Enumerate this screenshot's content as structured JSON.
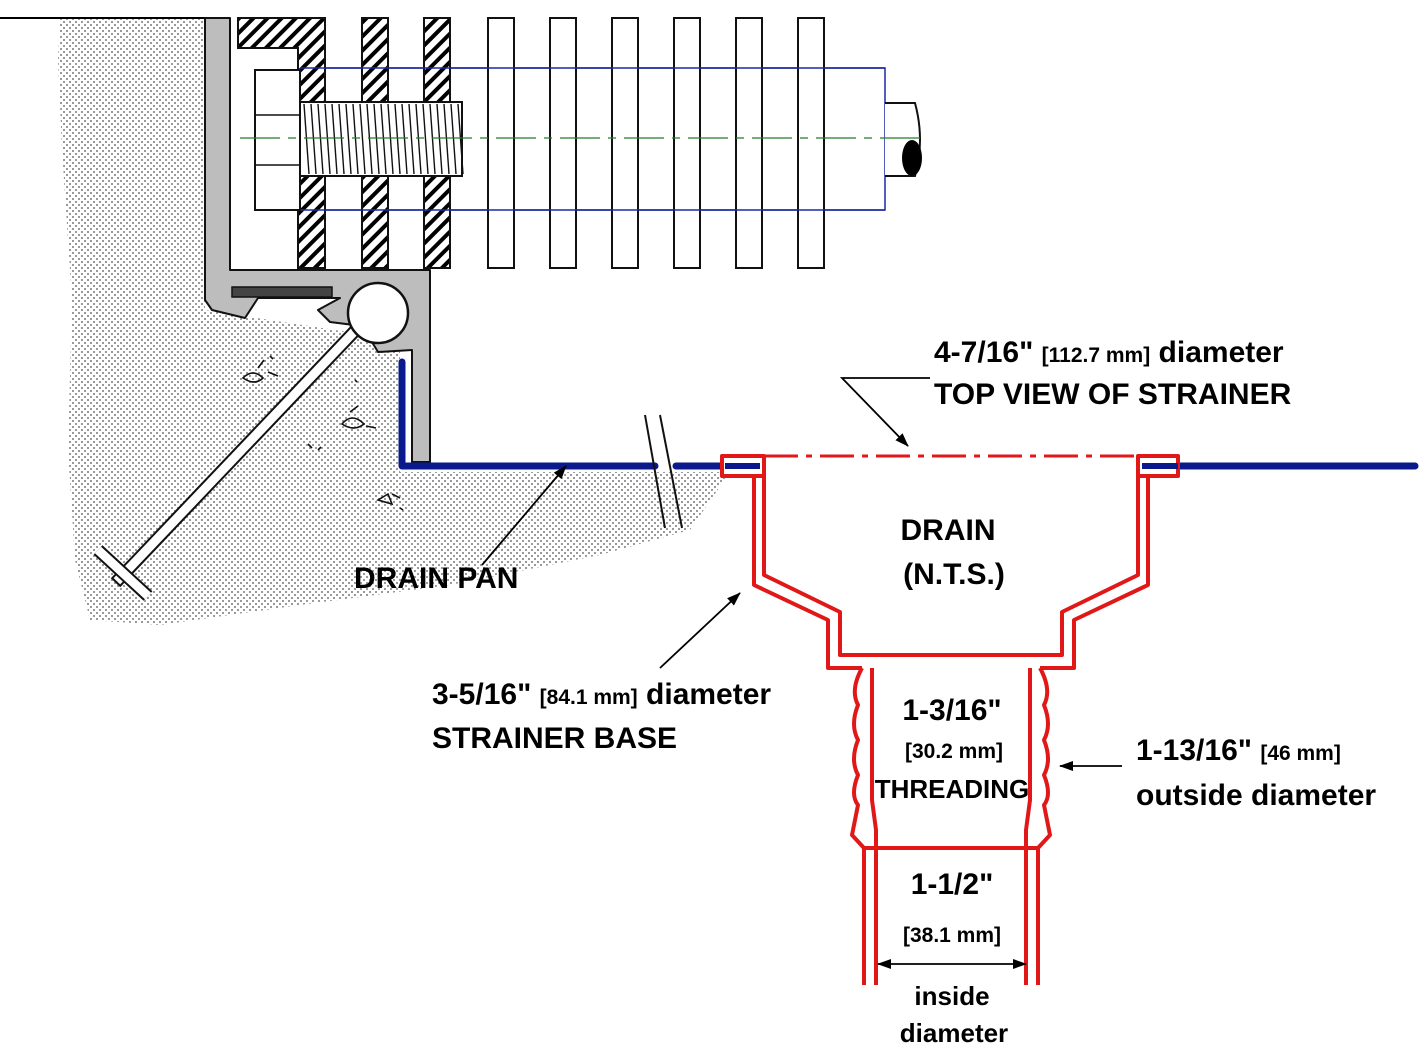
{
  "colors": {
    "pan": "#0a1a8c",
    "strainer": "#e01818",
    "outline": "#111111",
    "frame_fill": "#bdbdbd",
    "hatch": "#000000"
  },
  "labels": {
    "top_dim": "4-7/16\"",
    "top_mm": "[112.7 mm]",
    "top_word": "diameter",
    "top_view": "TOP VIEW OF STRAINER",
    "drain_pan": "DRAIN PAN",
    "drain": "DRAIN",
    "nts": "(N.T.S.)",
    "base_dim": "3-5/16\"",
    "base_mm": "[84.1 mm]",
    "base_word": "diameter",
    "strainer_base": "STRAINER BASE",
    "thread_dim": "1-3/16\"",
    "thread_mm": "[30.2 mm]",
    "threading": "THREADING",
    "od_dim": "1-13/16\"",
    "od_mm": "[46 mm]",
    "od_word": "outside diameter",
    "id_dim": "1-1/2\"",
    "id_mm": "[38.1 mm]",
    "id_word1": "inside",
    "id_word2": "diameter"
  }
}
